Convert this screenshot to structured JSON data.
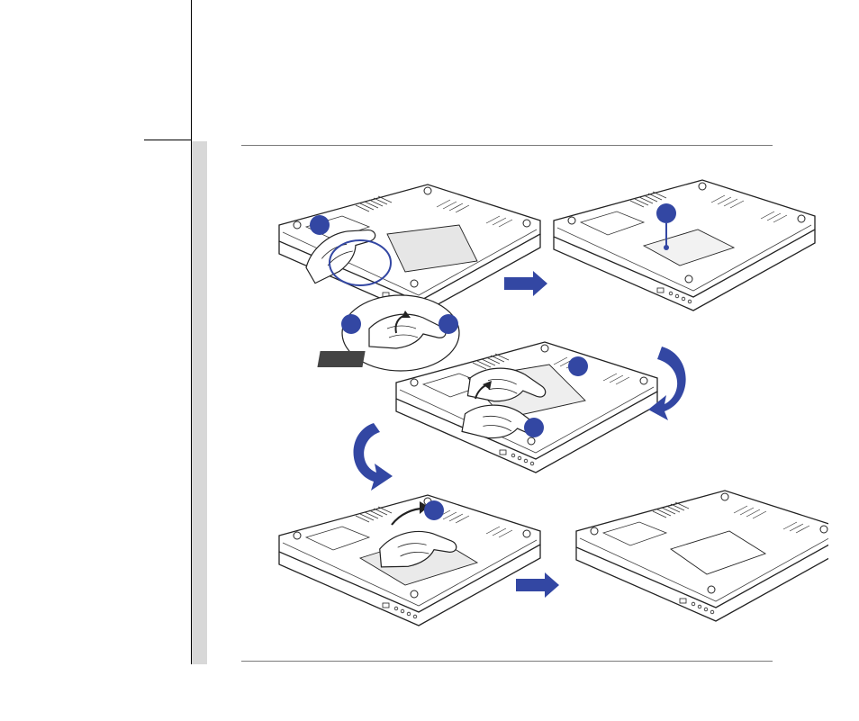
{
  "document": {
    "illustration": {
      "steps": [
        {
          "id": "remove-screws-open-cover",
          "icons": [
            "laptop-bottom-icon",
            "hand-icon",
            "callout-circle-icon",
            "step-badge-icon"
          ]
        },
        {
          "id": "cover-removed-screw-highlighted",
          "icons": [
            "laptop-bottom-icon",
            "step-badge-icon"
          ]
        },
        {
          "id": "lift-cover-latch",
          "icons": [
            "laptop-bottom-icon",
            "hand-icon",
            "step-badge-icon"
          ]
        },
        {
          "id": "slide-drive-out",
          "icons": [
            "laptop-bottom-icon",
            "hand-icon",
            "step-badge-icon"
          ]
        },
        {
          "id": "drive-bay-empty",
          "icons": [
            "laptop-bottom-icon"
          ]
        }
      ],
      "arrows": [
        "right-arrow-icon",
        "right-arrow-icon",
        "curved-arrow-icon",
        "curved-arrow-icon"
      ],
      "colors": {
        "accent_blue": "#3347a3",
        "line": "#222222",
        "paper": "#ffffff",
        "strip": "#d8d8d8"
      }
    }
  }
}
